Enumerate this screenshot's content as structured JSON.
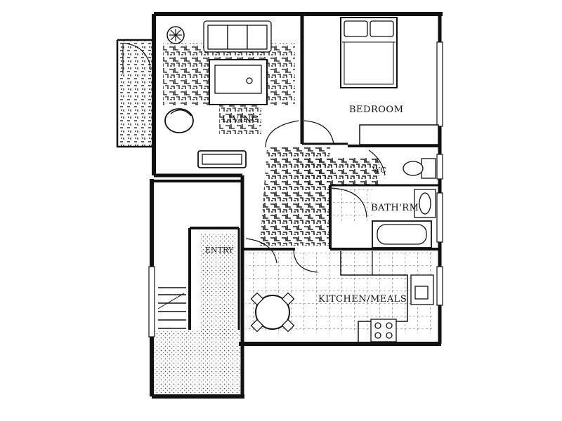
{
  "rooms": {
    "living": "LIVING",
    "bedroom": "BEDROOM",
    "wc": "WC",
    "bathroom": "BATH'RM",
    "entry": "ENTRY",
    "kitchen": "KITCHEN/MEALS"
  }
}
